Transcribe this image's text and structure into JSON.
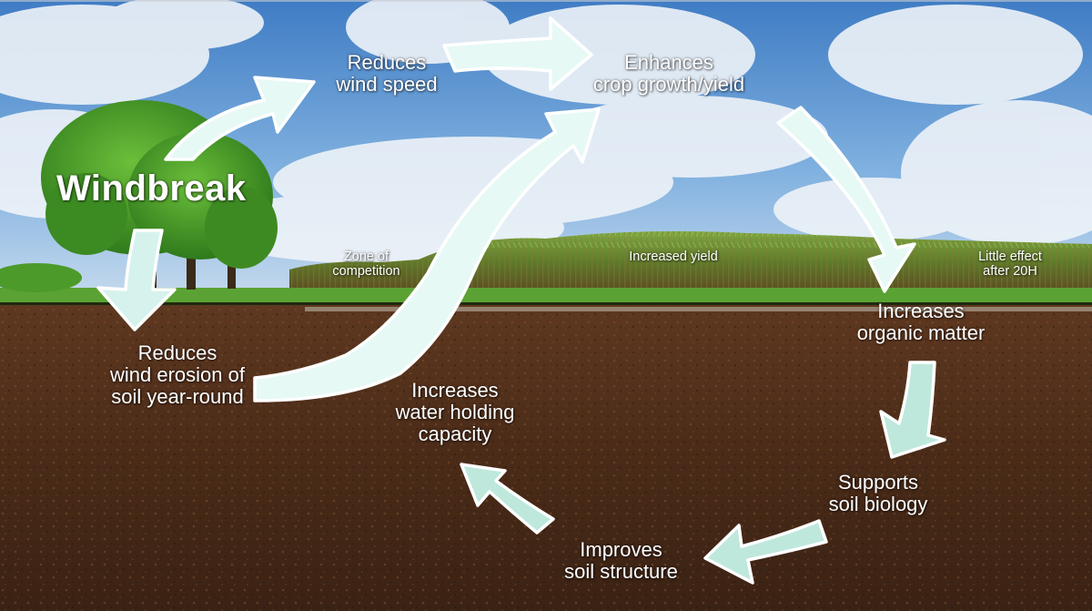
{
  "colors": {
    "sky_top": "#4a86c8",
    "sky_mid": "#8bb6e0",
    "cloud": "#eef3f8",
    "grass": "#4f8f2a",
    "corn": "#6b7d2c",
    "soil_top": "#5a3520",
    "soil_bottom": "#3a2214",
    "arrow_fill": "#cdeee4",
    "arrow_light": "#e6f9f5",
    "arrow_stroke": "#ffffff",
    "tree": "#3f8f24"
  },
  "title": "Windbreak",
  "nodes": {
    "reduces_wind_speed": "Reduces\nwind speed",
    "enhances_crop": "Enhances\ncrop  growth/yield",
    "increases_organic": "Increases\norganic matter",
    "supports_biology": "Supports\nsoil biology",
    "improves_structure": "Improves\nsoil structure",
    "increases_water": "Increases\nwater holding\ncapacity",
    "reduces_erosion": "Reduces\nwind erosion of\nsoil year-round"
  },
  "zones": {
    "competition": "Zone of\ncompetition",
    "increased_yield": "Increased yield",
    "little_effect": "Little effect\nafter 20H"
  }
}
